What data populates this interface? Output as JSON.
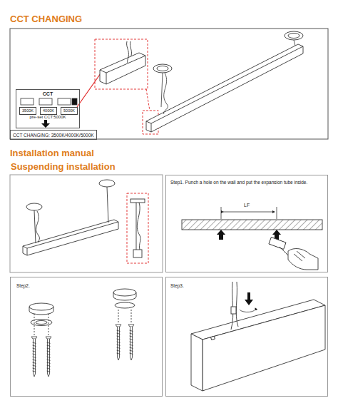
{
  "diagram": {
    "title": "CCT CHANGING",
    "nodes": [
      {
        "text": [
          "CCT",
          "pre-set CCT:5000K"
        ]
      },
      {
        "text": [
          "3500K"
        ],
        "in": 0
      },
      {
        "text": [
          "4000K"
        ],
        "in": 0
      },
      {
        "text": [
          "5000K"
        ],
        "in": 0
      },
      {
        "text": [
          "CCT CHANGING: 3500K/4000K/5000K"
        ]
      },
      {
        "text": [
          "Step1. Punch a hole on the wall and put the expansion tube inside."
        ]
      },
      {
        "text": [
          "Step2."
        ]
      },
      {
        "text": [
          "Step3."
        ]
      }
    ],
    "labels": [
      "Installation manual",
      "Suspending installation",
      "LF"
    ]
  }
}
